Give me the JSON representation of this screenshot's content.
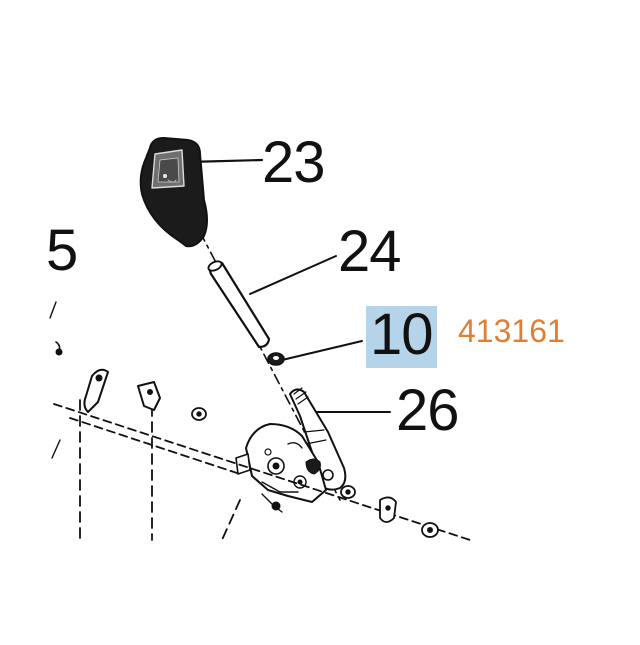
{
  "diagram": {
    "callouts": {
      "c23": "23",
      "c24": "24",
      "c10": "10",
      "c26": "26",
      "c5": "5"
    },
    "part_number": "413161",
    "colors": {
      "line": "#111111",
      "highlight": "#b5d4ea",
      "part_number": "#e07e34"
    }
  }
}
